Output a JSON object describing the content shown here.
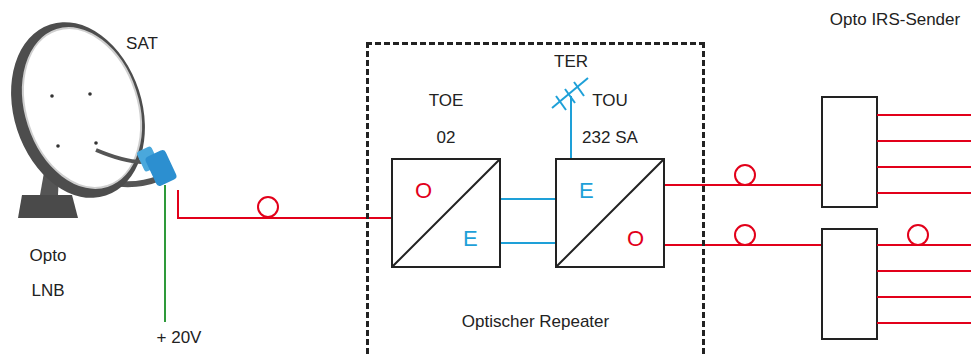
{
  "diagram": {
    "nodes": [
      {
        "text": [
          "Optischer Repeater"
        ]
      },
      {
        "text": [
          "TOE 02",
          "O",
          "E"
        ],
        "in": 0
      },
      {
        "text": [
          "TOU 232 SA",
          "E",
          "O"
        ],
        "in": 0
      }
    ],
    "edges": [
      {
        "from": 1,
        "to": 2,
        "arrow": "none"
      },
      {
        "from": 1,
        "to": 2,
        "arrow": "none"
      }
    ],
    "labels": [
      "SAT",
      "Opto LNB",
      "+ 20V",
      "TER",
      "Opto IRS-Sender"
    ]
  }
}
